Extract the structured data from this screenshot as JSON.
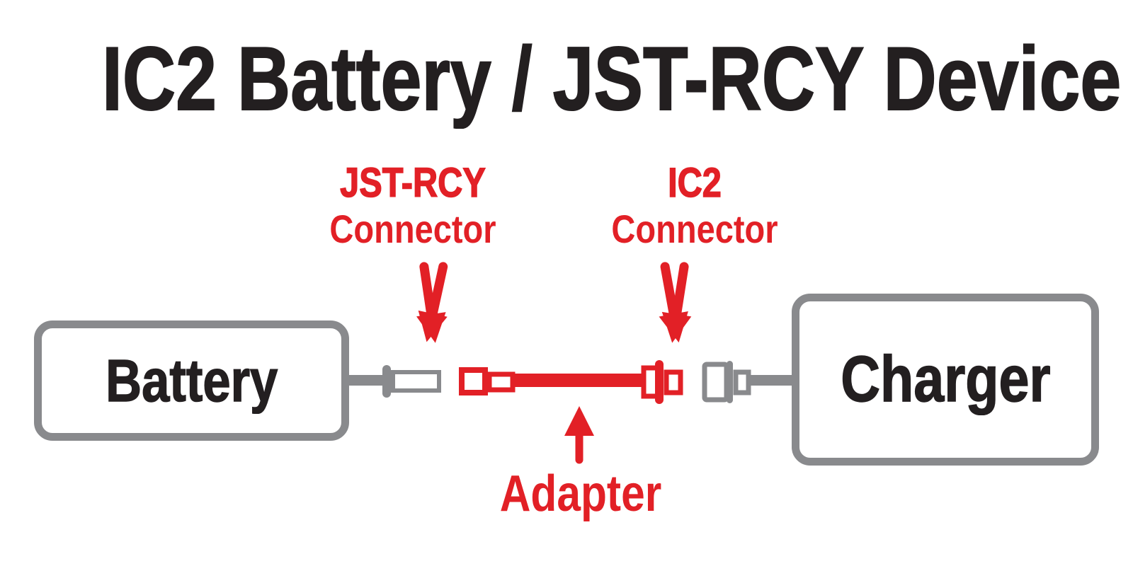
{
  "title": "IC2 Battery / JST-RCY Device",
  "callouts": {
    "jst": {
      "line1": "JST-RCY",
      "line2": "Connector"
    },
    "ic2": {
      "line1": "IC2",
      "line2": "Connector"
    },
    "adapter": {
      "label": "Adapter"
    }
  },
  "devices": {
    "battery": "Battery",
    "charger": "Charger"
  },
  "icons": {
    "down-arrow-icon": "↓",
    "up-arrow-icon": "↑"
  },
  "colors": {
    "accent-red": "#E22026",
    "wire-gray": "#898A8D",
    "text-black": "#231F20",
    "background": "#FFFFFF"
  }
}
